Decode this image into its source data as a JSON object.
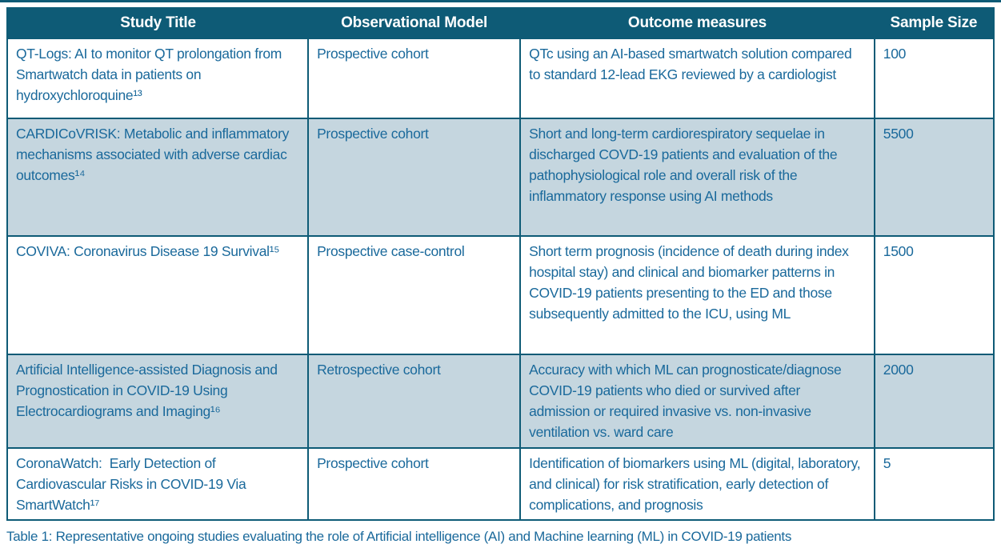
{
  "colors": {
    "header_bg": "#0E5B76",
    "header_text": "#FFFFFF",
    "border": "#0E5B76",
    "alt_row_bg": "#C5D6DF",
    "text": "#1A699B"
  },
  "table": {
    "columns": [
      "Study Title",
      "Observational Model",
      "Outcome measures",
      "Sample Size"
    ],
    "rows": [
      {
        "title": "QT-Logs: AI to monitor QT prolongation from Smartwatch data in patients on hydroxychloroquine¹³",
        "model": "Prospective cohort",
        "outcome": "QTc using an AI-based smartwatch solution compared to standard 12-lead EKG reviewed by a cardiologist",
        "sample": "100"
      },
      {
        "title": "CARDICoVRISK: Metabolic and inflammatory mechanisms associated with adverse cardiac outcomes¹⁴",
        "model": "Prospective cohort",
        "outcome": "Short and long-term cardiorespiratory sequelae in discharged COVD-19 patients and evaluation of the pathophysiological role and overall risk of the inflammatory response using AI methods",
        "sample": "5500"
      },
      {
        "title": "COVIVA: Coronavirus Disease 19 Survival¹⁵",
        "model": "Prospective case-control",
        "outcome": "Short term prognosis (incidence of death during index hospital stay) and clinical and biomarker patterns in COVID-19 patients presenting to the ED and those subsequently admitted to the ICU, using ML",
        "sample": "1500"
      },
      {
        "title": "Artificial Intelligence-assisted Diagnosis and Prognostication in COVID-19 Using Electrocardiograms and Imaging¹⁶",
        "model": "Retrospective cohort",
        "outcome": "Accuracy with which ML can prognosticate/diagnose COVID-19 patients who died or survived after admission or required invasive vs. non-invasive ventilation vs. ward care",
        "sample": "2000"
      },
      {
        "title": "CoronaWatch:  Early Detection of Cardiovascular Risks in COVID-19 Via SmartWatch¹⁷",
        "model": "Prospective cohort",
        "outcome": "Identification of biomarkers using ML (digital, laboratory, and clinical) for risk stratification, early detection of complications, and prognosis",
        "sample": "5"
      }
    ]
  },
  "caption": "Table 1: Representative ongoing studies evaluating the role of Artificial intelligence (AI) and Machine learning (ML) in COVID-19 patients"
}
